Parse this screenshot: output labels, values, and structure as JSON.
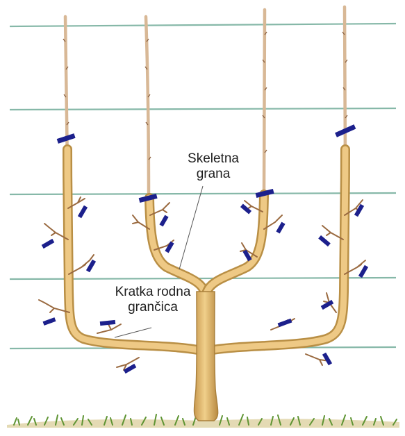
{
  "annotations": {
    "skeletal_branch": {
      "line1": "Skeletna",
      "line2": "grana"
    },
    "short_fruiting_twig": {
      "line1": "Kratka rodna",
      "line2": "grančica"
    }
  },
  "colors": {
    "wire": "#7fb3a3",
    "trunk": "#e7c07a",
    "trunk_shadow": "#b98f45",
    "leader": "#d8b98f",
    "twig": "#9a6a40",
    "tie": "#1c1f8a",
    "grass": "#6a9a3a",
    "ground": "#d9cfa8",
    "leader_line": "#555555"
  }
}
